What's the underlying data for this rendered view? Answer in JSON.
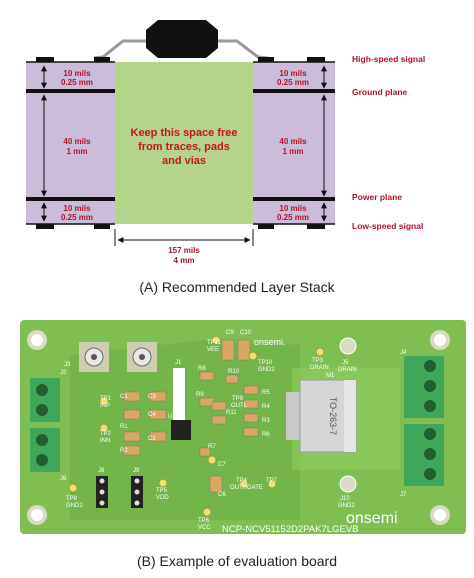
{
  "panel_a": {
    "caption": "(A) Recommended Layer Stack",
    "layer_labels": {
      "high_speed": "High-speed signal",
      "ground": "Ground plane",
      "power": "Power plane",
      "low_speed": "Low-speed signal"
    },
    "dims": {
      "top_left_mils": "10 mils",
      "top_left_mm": "0.25 mm",
      "mid_left_mils": "40 mils",
      "mid_left_mm": "1 mm",
      "bot_left_mils": "10 mils",
      "bot_left_mm": "0.25 mm",
      "top_right_mils": "10 mils",
      "top_right_mm": "0.25 mm",
      "mid_right_mils": "40 mils",
      "mid_right_mm": "1 mm",
      "bot_right_mils": "10 mils",
      "bot_right_mm": "0.25 mm",
      "width_mils": "157 mils",
      "width_mm": "4 mm"
    },
    "keepout_text": [
      "Keep this space free",
      "from traces, pads",
      "and vias"
    ],
    "colors": {
      "stack": "#cbbcd9",
      "keepout": "#b4d489",
      "copper": "#111111",
      "label_red": "#b0122a",
      "keepout_text": "#c0161b"
    }
  },
  "panel_b": {
    "caption": "(B) Example of evaluation board",
    "silkscreen": {
      "j3": "J3",
      "j2": "J2",
      "j6": "J6",
      "j1": "J1",
      "j8": "J8",
      "j9": "J9",
      "j4": "J4",
      "j7": "J7",
      "tp1": "TP1",
      "inp": "INP",
      "tp2": "TP2",
      "inn": "INN",
      "tp8": "TP8",
      "gnd1": "GND1",
      "tp5": "TP5",
      "vdd": "VDD",
      "tp6": "TP6",
      "vcc": "VCC",
      "tp11": "TP11",
      "vee": "VEE",
      "tp10": "TP10",
      "gnd2_top": "GND2",
      "tp3": "TP3",
      "drain_tp": "DRAIN",
      "j5": "J5",
      "drain_j": "DRAIN",
      "tp9": "TP9",
      "outl": "OUTL",
      "tp4": "TP4",
      "outhgate": "OUTHGATE",
      "tp7": "TP7",
      "j10": "J10",
      "gnd2_bot": "GND2",
      "c9": "C9",
      "c10": "C10",
      "c1": "C1",
      "c2": "C2",
      "c3": "C3",
      "c4": "C4",
      "c6": "C6",
      "c7": "C7",
      "r8": "R8",
      "r9": "R9",
      "r10": "R10",
      "r11": "R11",
      "r1": "R1",
      "r2": "R2",
      "r3": "R3",
      "r4": "R4",
      "r5": "R5",
      "r6": "R6",
      "r7": "R7",
      "u1": "U1",
      "m1": "M1",
      "package": "TO-263-7",
      "brand_small": "onsemi.",
      "brand_large": "onsemi",
      "board_name": "NCP-NCV51152D2PAK7LGEVB"
    },
    "colors": {
      "board": "#7fbf52",
      "board_dark": "#5e9b3c",
      "copper_pad": "#c9c9a0",
      "terminal": "#3fa75a",
      "silk": "#ffffff"
    }
  }
}
